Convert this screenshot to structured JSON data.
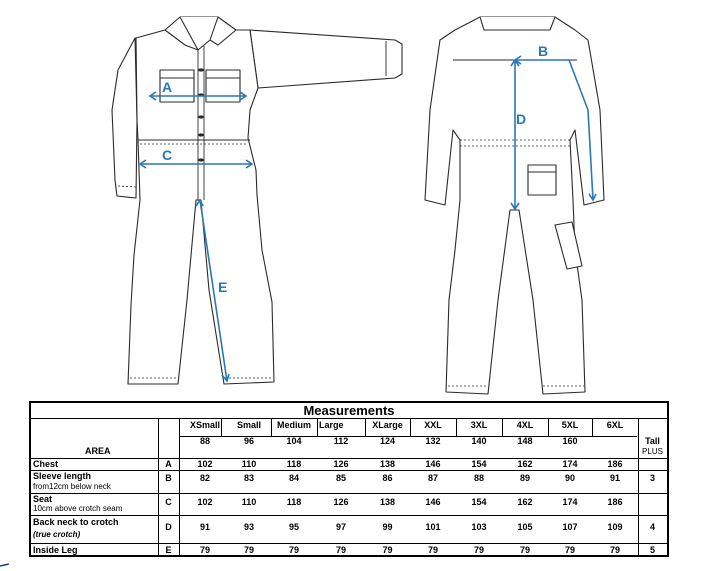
{
  "diagram": {
    "labels": {
      "a": "A",
      "b": "B",
      "c": "C",
      "d": "D",
      "e": "E"
    },
    "dimension_color": "#2a77b8"
  },
  "table": {
    "title": "Measurements",
    "area_header": "AREA",
    "sizes": [
      "XSmall",
      "Small",
      "Medium",
      "Large",
      "XLarge",
      "XXL",
      "3XL",
      "4XL",
      "5XL",
      "6XL"
    ],
    "size_values": [
      "88",
      "96",
      "104",
      "112",
      "124",
      "132",
      "140",
      "148",
      "160",
      ""
    ],
    "tall_label": "Tall",
    "tall_sub": "PLUS",
    "rows": [
      {
        "area": "Chest",
        "sub": "",
        "code": "A",
        "values": [
          "102",
          "110",
          "118",
          "126",
          "138",
          "146",
          "154",
          "162",
          "174",
          "186"
        ],
        "tall": ""
      },
      {
        "area": "Sleeve length",
        "sub": "from12cm below neck",
        "code": "B",
        "values": [
          "82",
          "83",
          "84",
          "85",
          "86",
          "87",
          "88",
          "89",
          "90",
          "91"
        ],
        "tall": "3"
      },
      {
        "area": "Seat",
        "sub": "10cm above crotch seam",
        "code": "C",
        "values": [
          "102",
          "110",
          "118",
          "126",
          "138",
          "146",
          "154",
          "162",
          "174",
          "186"
        ],
        "tall": ""
      },
      {
        "area": "Back neck to crotch",
        "sub": "(true crotch)",
        "code": "D",
        "values": [
          "91",
          "93",
          "95",
          "97",
          "99",
          "101",
          "103",
          "105",
          "107",
          "109"
        ],
        "tall": "4"
      },
      {
        "area": "Inside Leg",
        "sub": "",
        "code": "E",
        "values": [
          "79",
          "79",
          "79",
          "79",
          "79",
          "79",
          "79",
          "79",
          "79",
          "79"
        ],
        "tall": "5"
      }
    ]
  }
}
